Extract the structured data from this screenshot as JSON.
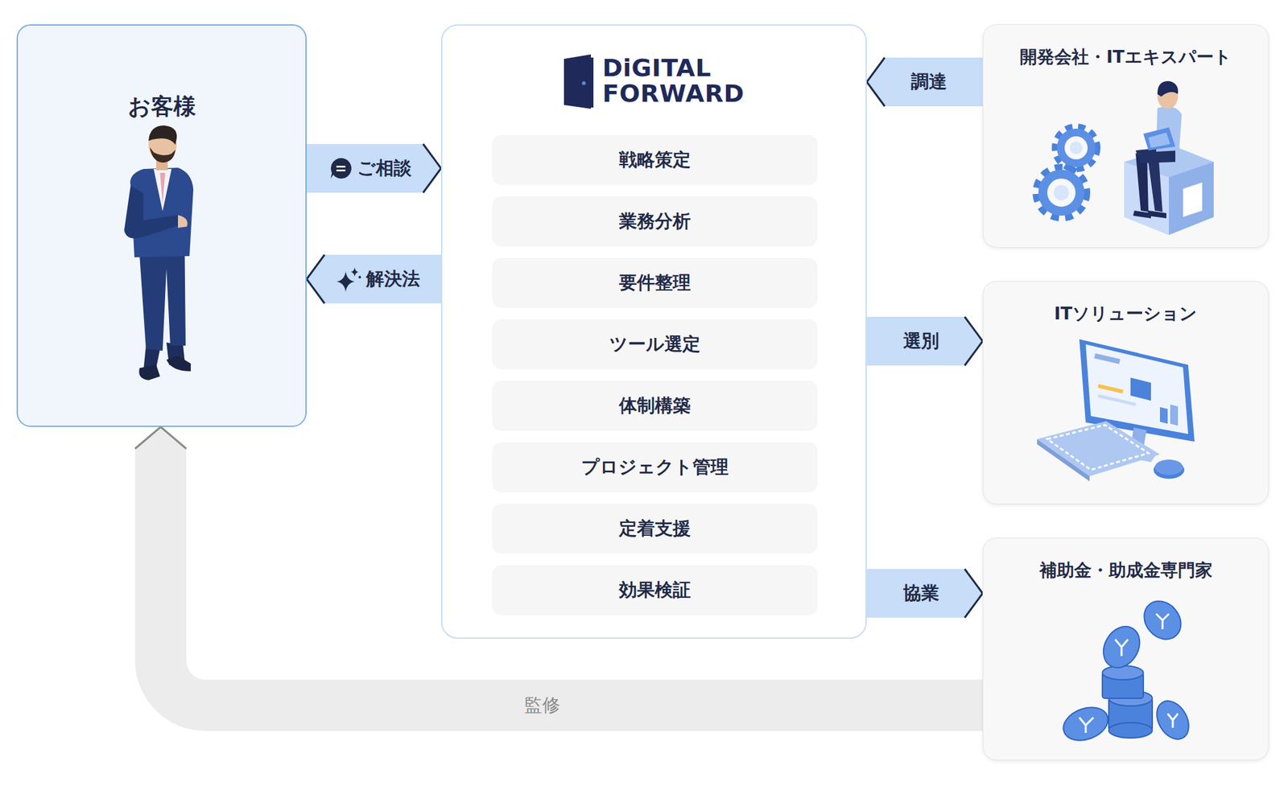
{
  "diagram": {
    "nodes": [
      {
        "text": [
          "お客様"
        ]
      },
      {
        "text": [
          "DiGITAL FORWARD"
        ]
      },
      {
        "text": [
          "戦略策定"
        ],
        "in": 1
      },
      {
        "text": [
          "業務分析"
        ],
        "in": 1
      },
      {
        "text": [
          "要件整理"
        ],
        "in": 1
      },
      {
        "text": [
          "ツール選定"
        ],
        "in": 1
      },
      {
        "text": [
          "体制構築"
        ],
        "in": 1
      },
      {
        "text": [
          "プロジェクト管理"
        ],
        "in": 1
      },
      {
        "text": [
          "定着支援"
        ],
        "in": 1
      },
      {
        "text": [
          "効果検証"
        ],
        "in": 1
      },
      {
        "text": [
          "開発会社・ITエキスパート"
        ]
      },
      {
        "text": [
          "ITソリューション"
        ]
      },
      {
        "text": [
          "補助金・助成金専門家"
        ]
      }
    ],
    "edges": [
      {
        "from": 0,
        "to": 1,
        "label": "ご相談",
        "arrow": "to"
      },
      {
        "from": 1,
        "to": 0,
        "label": "解決法",
        "arrow": "to"
      },
      {
        "from": 10,
        "to": 1,
        "label": "調達",
        "arrow": "to"
      },
      {
        "from": 1,
        "to": 11,
        "label": "選別",
        "arrow": "to"
      },
      {
        "from": 1,
        "to": 12,
        "label": "協業",
        "arrow": "to"
      },
      {
        "from": 12,
        "to": 0,
        "label": "監修",
        "arrow": "to"
      }
    ]
  }
}
